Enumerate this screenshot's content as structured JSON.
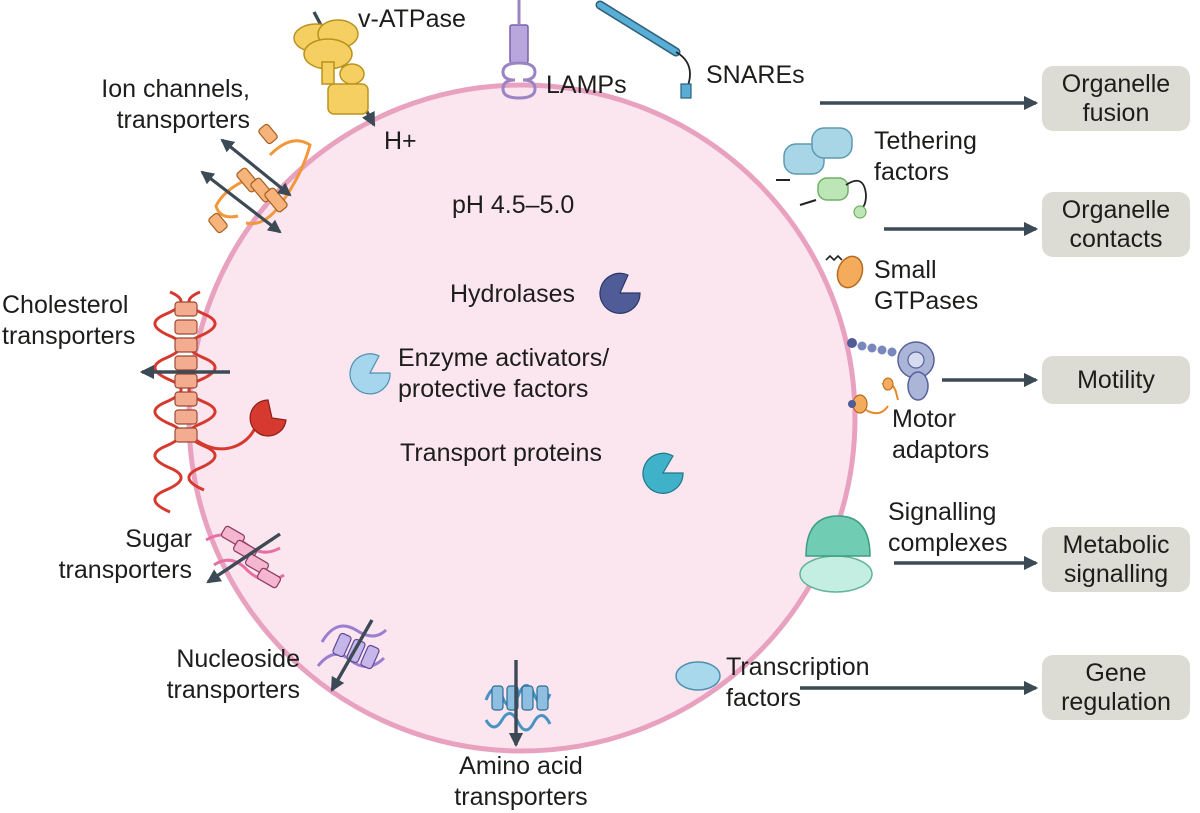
{
  "lysosome": {
    "ph_label": "pH 4.5–5.0"
  },
  "membrane_proteins": {
    "v_atpase": "v-ATPase",
    "proton": "H+",
    "lamps": "LAMPs",
    "snares": "SNAREs",
    "ion_channels": [
      "Ion channels,",
      "transporters"
    ],
    "cholesterol": [
      "Cholesterol",
      "transporters"
    ],
    "sugar": [
      "Sugar",
      "transporters"
    ],
    "nucleoside": [
      "Nucleoside",
      "transporters"
    ],
    "amino_acid": [
      "Amino acid",
      "transporters"
    ]
  },
  "lumen_proteins": {
    "hydrolases": "Hydrolases",
    "enzyme_activators": [
      "Enzyme activators/",
      "protective factors"
    ],
    "transport_proteins": "Transport proteins"
  },
  "cytosolic_factors": {
    "tethering": [
      "Tethering",
      "factors"
    ],
    "small_gtpases": [
      "Small",
      "GTPases"
    ],
    "motor_adaptors": [
      "Motor",
      "adaptors"
    ],
    "signalling": [
      "Signalling",
      "complexes"
    ],
    "transcription": [
      "Transcription",
      "factors"
    ]
  },
  "outcomes": [
    {
      "lines": [
        "Organelle",
        "fusion"
      ]
    },
    {
      "lines": [
        "Organelle",
        "contacts"
      ]
    },
    {
      "lines": [
        "Motility"
      ]
    },
    {
      "lines": [
        "Metabolic",
        "signalling"
      ]
    },
    {
      "lines": [
        "Gene",
        "regulation"
      ]
    }
  ],
  "colors": {
    "lumen": "#fbe6f0",
    "membrane": "#e8a2c0",
    "arrow": "#3c4a56",
    "outcome_box": "#dcdcd4",
    "hydrolase": "#4f5c97",
    "enzyme_activator": "#a6d6ee",
    "transport_protein": "#3fb2c9",
    "cholesterol_red": "#d63a2f",
    "cholesterol_helix": "#f3ac90",
    "v_atpase": "#f6cf62",
    "lamp": "#9b84c4",
    "snare": "#5aaed6",
    "tethering_blue": "#a8d6e6",
    "tethering_green": "#bde6b6",
    "gtpase": "#f5ab5c",
    "motor": "#aab5d8",
    "signalling": "#70cdb4",
    "transcription": "#a8d8ec",
    "sugar": "#e86fa4",
    "nucleoside": "#9a7ed0",
    "amino_acid": "#4794c2",
    "ion_channel": "#f2973a"
  }
}
